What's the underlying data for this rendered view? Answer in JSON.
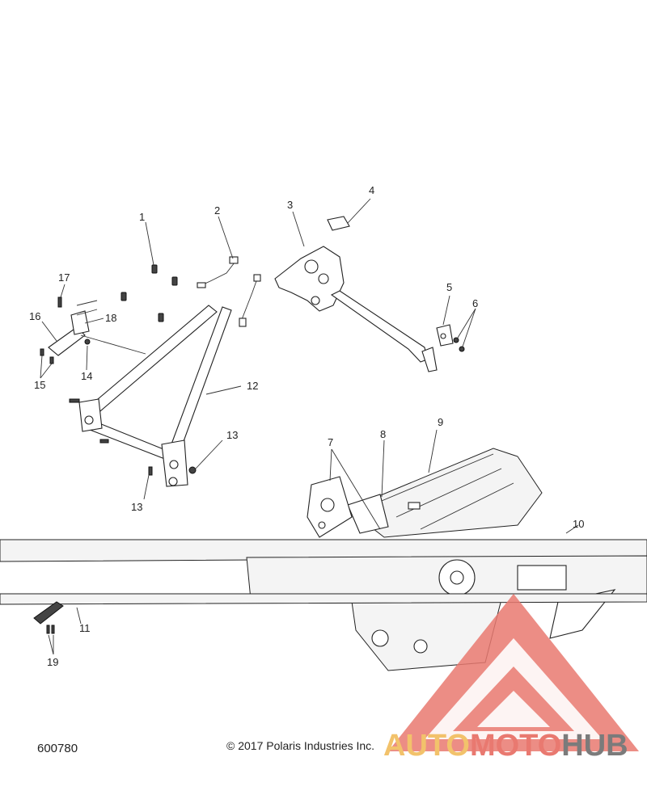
{
  "diagram_number": "600780",
  "copyright": "© 2017 Polaris Industries Inc.",
  "logo": {
    "part1": "AUTO",
    "part2": "MOTO",
    "part3": "HUB",
    "colors": {
      "accent": "#f2c26b",
      "brand": "#e97970",
      "gray": "#7b7b7b"
    }
  },
  "callouts": [
    "1",
    "2",
    "3",
    "4",
    "5",
    "6",
    "7",
    "8",
    "9",
    "10",
    "11",
    "12",
    "13",
    "13",
    "14",
    "15",
    "16",
    "17",
    "18",
    "19"
  ]
}
